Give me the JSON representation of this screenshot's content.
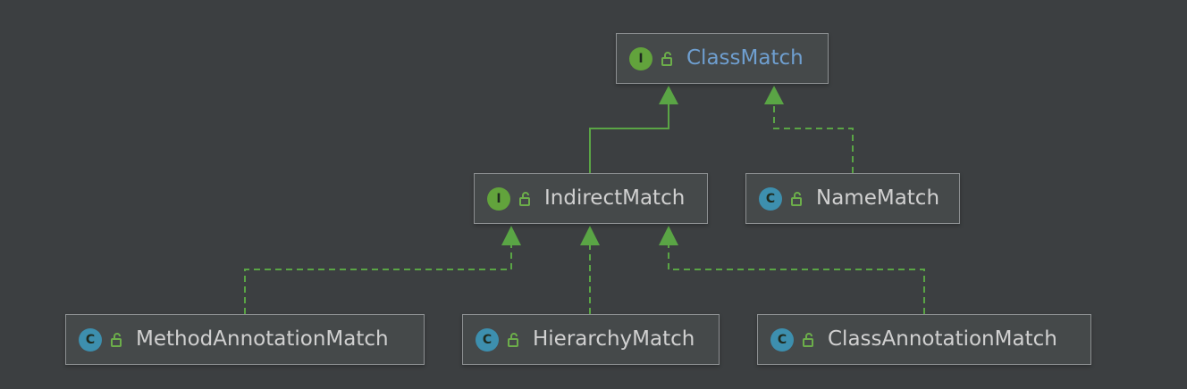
{
  "colors": {
    "background": "#3c3f41",
    "node_fill": "#45494a",
    "node_border": "#8c8f91",
    "text": "#d0d0d0",
    "highlight_text": "#6f9fd0",
    "interface_badge": "#62a33c",
    "class_badge": "#3d8fae",
    "edge": "#5aa545",
    "lock": "#6cae4a"
  },
  "nodes": [
    {
      "id": "classmatch",
      "label": "ClassMatch",
      "kind": "I",
      "icon": "interface-icon",
      "highlight": true
    },
    {
      "id": "indirectmatch",
      "label": "IndirectMatch",
      "kind": "I",
      "icon": "interface-icon",
      "highlight": false
    },
    {
      "id": "namematch",
      "label": "NameMatch",
      "kind": "C",
      "icon": "class-icon",
      "highlight": false
    },
    {
      "id": "methodannotationmatch",
      "label": "MethodAnnotationMatch",
      "kind": "C",
      "icon": "class-icon",
      "highlight": false
    },
    {
      "id": "hierarchymatch",
      "label": "HierarchyMatch",
      "kind": "C",
      "icon": "class-icon",
      "highlight": false
    },
    {
      "id": "classannotationmatch",
      "label": "ClassAnnotationMatch",
      "kind": "C",
      "icon": "class-icon",
      "highlight": false
    }
  ],
  "edges": [
    {
      "from": "indirectmatch",
      "to": "classmatch",
      "style": "solid",
      "relation": "extends"
    },
    {
      "from": "namematch",
      "to": "classmatch",
      "style": "dashed",
      "relation": "implements"
    },
    {
      "from": "methodannotationmatch",
      "to": "indirectmatch",
      "style": "dashed",
      "relation": "implements"
    },
    {
      "from": "hierarchymatch",
      "to": "indirectmatch",
      "style": "dashed",
      "relation": "implements"
    },
    {
      "from": "classannotationmatch",
      "to": "indirectmatch",
      "style": "dashed",
      "relation": "implements"
    }
  ]
}
